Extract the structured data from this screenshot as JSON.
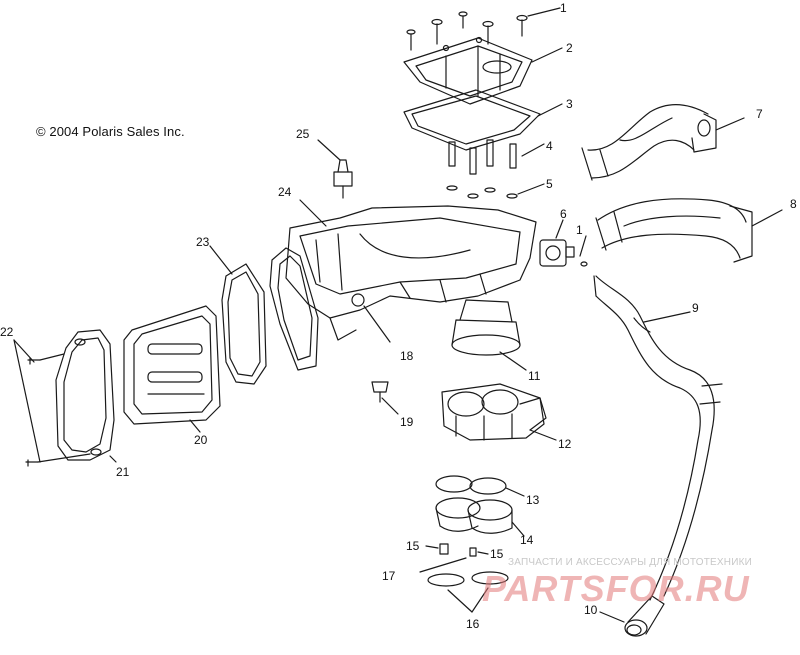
{
  "copyright": "© 2004 Polaris Sales Inc.",
  "callouts": [
    {
      "id": "c1a",
      "text": "1"
    },
    {
      "id": "c1b",
      "text": "1"
    },
    {
      "id": "c2",
      "text": "2"
    },
    {
      "id": "c3",
      "text": "3"
    },
    {
      "id": "c4",
      "text": "4"
    },
    {
      "id": "c5",
      "text": "5"
    },
    {
      "id": "c6",
      "text": "6"
    },
    {
      "id": "c7",
      "text": "7"
    },
    {
      "id": "c8",
      "text": "8"
    },
    {
      "id": "c9",
      "text": "9"
    },
    {
      "id": "c10",
      "text": "10"
    },
    {
      "id": "c11",
      "text": "11"
    },
    {
      "id": "c12",
      "text": "12"
    },
    {
      "id": "c13",
      "text": "13"
    },
    {
      "id": "c14",
      "text": "14"
    },
    {
      "id": "c15a",
      "text": "15"
    },
    {
      "id": "c15b",
      "text": "15"
    },
    {
      "id": "c16",
      "text": "16"
    },
    {
      "id": "c17",
      "text": "17"
    },
    {
      "id": "c18",
      "text": "18"
    },
    {
      "id": "c19",
      "text": "19"
    },
    {
      "id": "c20",
      "text": "20"
    },
    {
      "id": "c21",
      "text": "21"
    },
    {
      "id": "c22",
      "text": "22"
    },
    {
      "id": "c23",
      "text": "23"
    },
    {
      "id": "c24",
      "text": "24"
    },
    {
      "id": "c25",
      "text": "25"
    }
  ],
  "watermark": {
    "text": "ЗАПЧАСТИ И АКСЕССУАРЫ ДЛЯ МОТОТЕХНИКИ",
    "logo": "PARTSFOR.RU",
    "color": "#e07878"
  }
}
